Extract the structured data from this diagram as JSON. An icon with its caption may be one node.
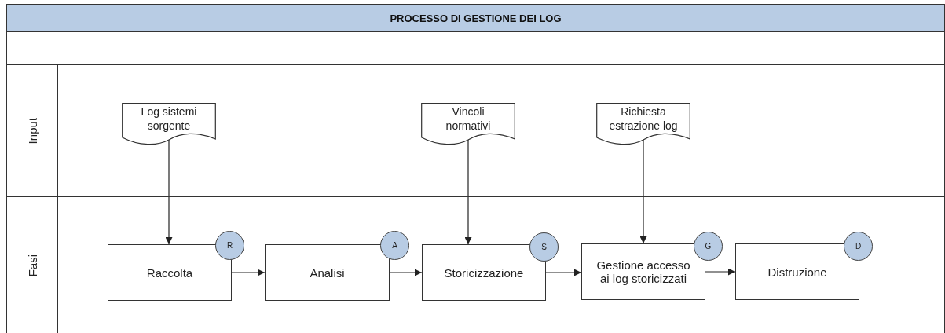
{
  "diagram": {
    "title": "PROCESSO DI GESTIONE DEI LOG",
    "nodes": [
      {
        "text": [
          "Input"
        ]
      },
      {
        "text": [
          "Log sistemi sorgente"
        ],
        "in": 0
      },
      {
        "text": [
          "Vincoli normativi"
        ],
        "in": 0
      },
      {
        "text": [
          "Richiesta estrazione log"
        ],
        "in": 0
      },
      {
        "text": [
          "Fasi"
        ]
      },
      {
        "text": [
          "Raccolta"
        ],
        "in": 4
      },
      {
        "text": [
          "R"
        ],
        "in": 4
      },
      {
        "text": [
          "Analisi"
        ],
        "in": 4
      },
      {
        "text": [
          "A"
        ],
        "in": 4
      },
      {
        "text": [
          "Storicizzazione"
        ],
        "in": 4
      },
      {
        "text": [
          "S"
        ],
        "in": 4
      },
      {
        "text": [
          "Gestione accesso ai log storicizzati"
        ],
        "in": 4
      },
      {
        "text": [
          "G"
        ],
        "in": 4
      },
      {
        "text": [
          "Distruzione"
        ],
        "in": 4
      },
      {
        "text": [
          "D"
        ],
        "in": 4
      }
    ],
    "edges": [
      {
        "from": 1,
        "to": 5,
        "arrow": "to"
      },
      {
        "from": 5,
        "to": 7,
        "arrow": "to"
      },
      {
        "from": 2,
        "to": 9,
        "arrow": "to"
      },
      {
        "from": 7,
        "to": 9,
        "arrow": "to"
      },
      {
        "from": 3,
        "to": 11,
        "arrow": "to"
      },
      {
        "from": 9,
        "to": 11,
        "arrow": "to"
      },
      {
        "from": 11,
        "to": 13,
        "arrow": "to"
      }
    ]
  }
}
